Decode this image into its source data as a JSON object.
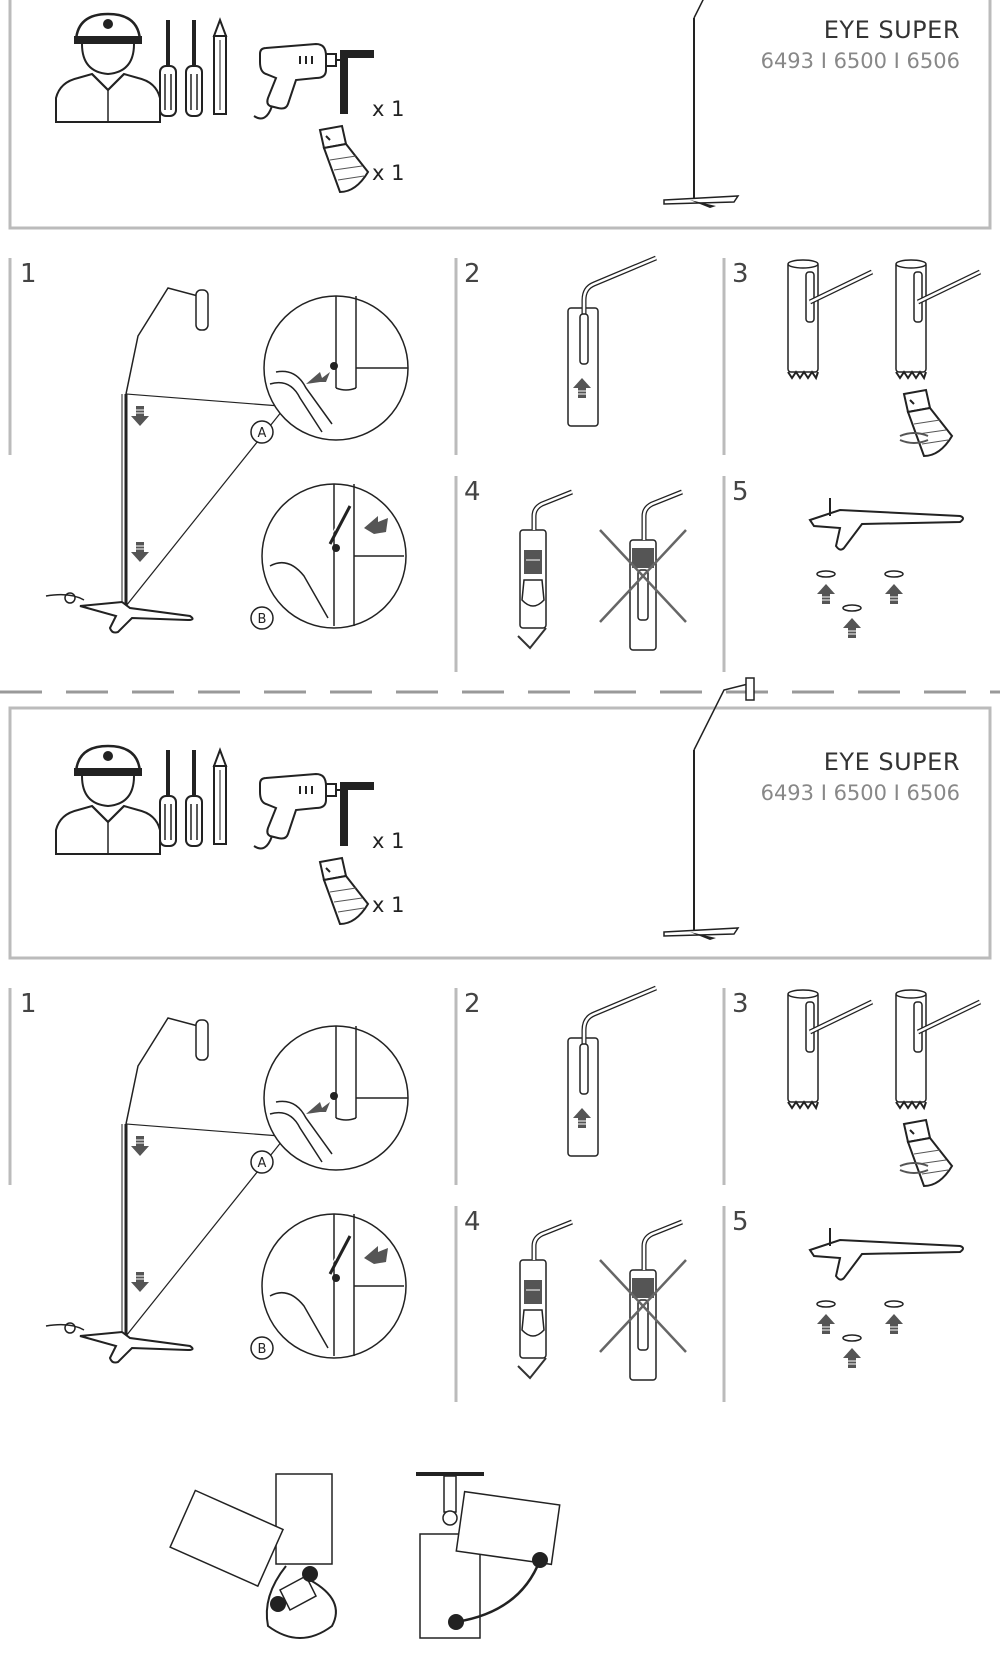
{
  "product": {
    "name": "EYE SUPER",
    "codes": "6493 I 6500 I 6506"
  },
  "tools": {
    "allen_key_qty": "x 1",
    "bulb_qty": "x 1",
    "icons": [
      "installer-icon",
      "screwdriver-flat-icon",
      "screwdriver-phillips-icon",
      "pencil-icon",
      "drill-icon",
      "allen-key-icon",
      "gu10-bulb-icon"
    ]
  },
  "steps": {
    "s1": "1",
    "s2": "2",
    "s3": "3",
    "s4": "4",
    "s5": "5",
    "detail_a": "A",
    "detail_b": "B"
  },
  "colors": {
    "line": "#222222",
    "frame": "#bbbbbb",
    "divider": "#999999",
    "cross": "#666666"
  }
}
